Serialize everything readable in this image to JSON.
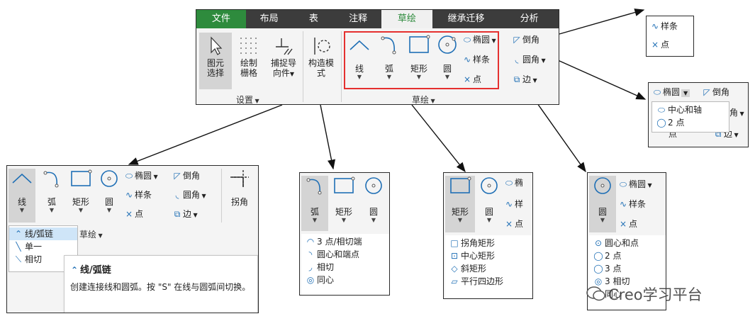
{
  "main_ribbon": {
    "tabs": [
      "文件",
      "布局",
      "表",
      "注释",
      "草绘",
      "继承迁移",
      "分析"
    ],
    "setup": {
      "select_label": "图元选择",
      "grid_label": "绘制栅格",
      "snap_label": "捕捉导向件",
      "group": "设置"
    },
    "construct_label": "构造模式",
    "sketch": {
      "line": "线",
      "arc": "弧",
      "rect": "矩形",
      "circle": "圆",
      "ellipse": "椭圆",
      "spline": "样条",
      "point": "点",
      "chamfer": "倒角",
      "fillet": "圆角",
      "edge": "边",
      "group": "草绘"
    }
  },
  "spline_popup": {
    "spline": "样条",
    "point": "点"
  },
  "ellipse_popup": {
    "ellipse": "椭圆",
    "chamfer": "倒角",
    "options": [
      "中心和轴",
      "2 点"
    ],
    "partial_fillet": "角",
    "partial_point": "点",
    "partial_edge": "边"
  },
  "line_popup": {
    "line": "线",
    "arc": "弧",
    "rect": "矩形",
    "circle": "圆",
    "ellipse": "椭圆",
    "spline": "样条",
    "point": "点",
    "chamfer": "倒角",
    "fillet": "圆角",
    "edge": "边",
    "corner": "拐角",
    "group": "草绘",
    "options": [
      "线/弧链",
      "单一",
      "相切"
    ],
    "tooltip_title": "线/弧链",
    "tooltip_body": "创建连接线和圆弧。按 \"S\" 在线与圆弧间切换。"
  },
  "arc_popup": {
    "arc": "弧",
    "rect": "矩形",
    "circle": "圆",
    "options": [
      "3 点/相切端",
      "圆心和端点",
      "相切",
      "同心"
    ]
  },
  "rect_popup": {
    "rect": "矩形",
    "circle": "圆",
    "partial_ellipse": "椭",
    "partial_spline": "样",
    "point": "点",
    "options": [
      "拐角矩形",
      "中心矩形",
      "斜矩形",
      "平行四边形"
    ]
  },
  "circle_popup": {
    "circle": "圆",
    "ellipse": "椭圆",
    "spline": "样条",
    "point": "点",
    "options": [
      "圆心和点",
      "2 点",
      "3 点",
      "3 相切",
      "同心"
    ]
  },
  "watermark": "Creo学习平台",
  "colors": {
    "accent_green": "#2e8b3d",
    "highlight_red": "#e5302f",
    "icon_blue": "#1f6fb5"
  }
}
